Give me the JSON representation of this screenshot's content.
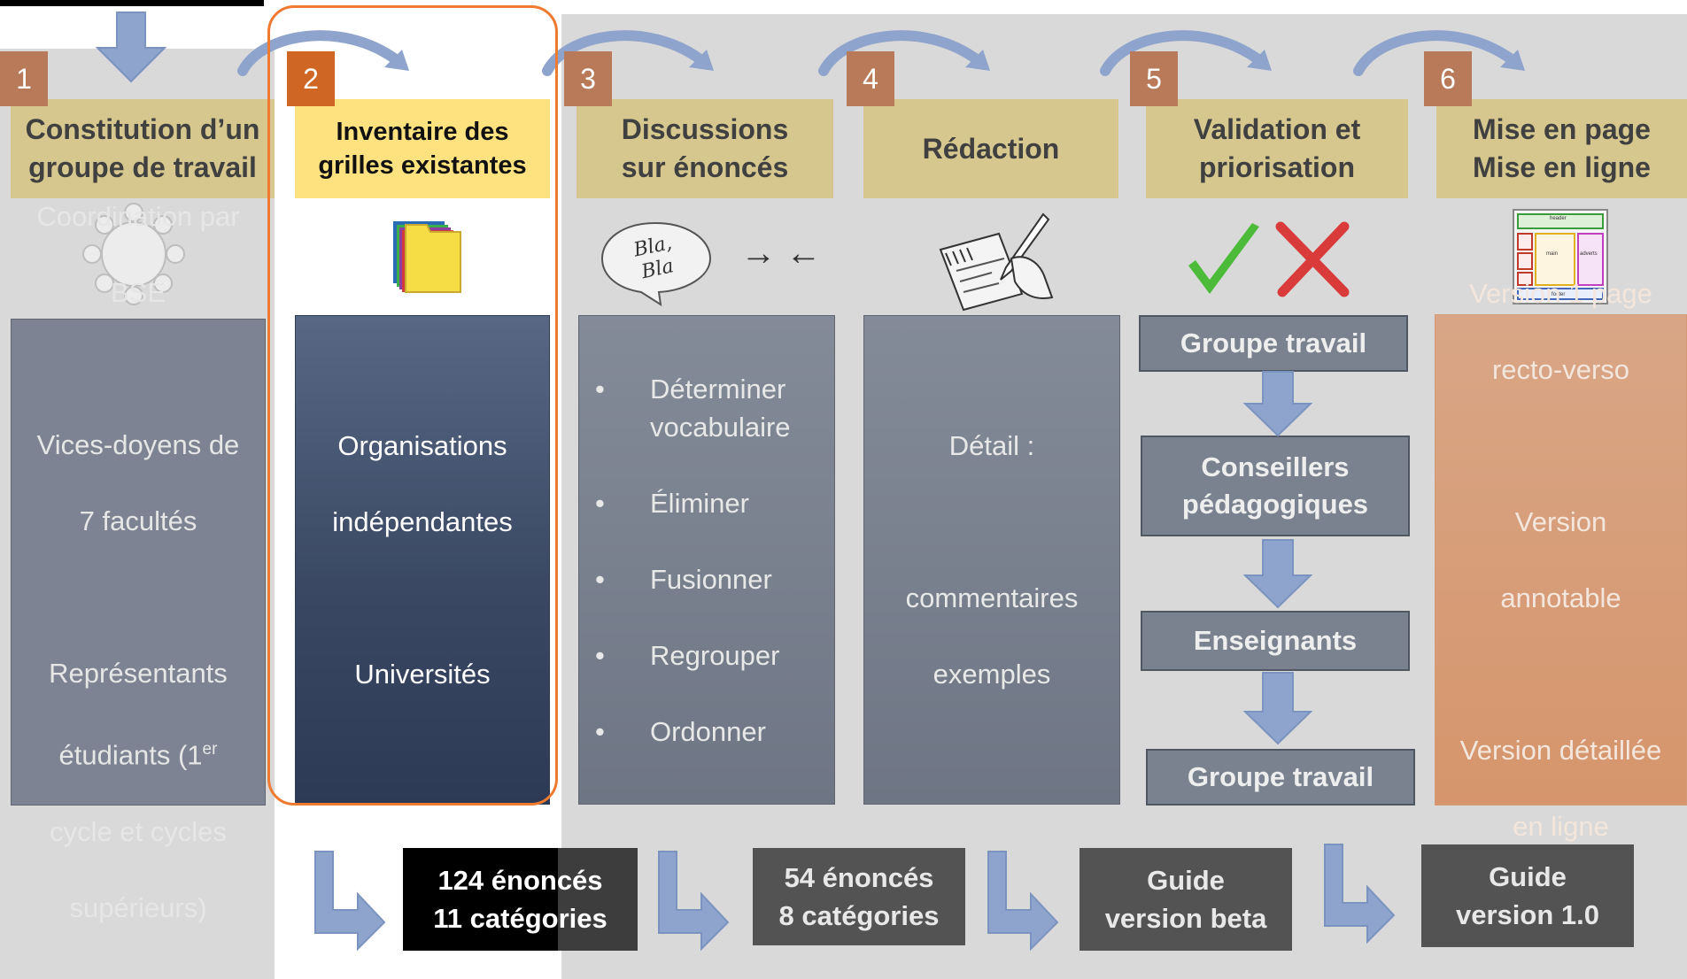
{
  "steps": [
    {
      "number": "1",
      "title": "Constitution d’un\ngroupe de travail"
    },
    {
      "number": "2",
      "title": "Inventaire des\ngrilles existantes"
    },
    {
      "number": "3",
      "title": "Discussions\nsur énoncés"
    },
    {
      "number": "4",
      "title": "Rédaction"
    },
    {
      "number": "5",
      "title": "Validation et\npriorisation"
    },
    {
      "number": "6",
      "title": "Mise en page\nMise en ligne"
    }
  ],
  "panel1": {
    "line1": "Coordination par",
    "line2": "BSE",
    "line3": "Vices-doyens de",
    "line4": "7 facultés",
    "line5": "Représentants",
    "line6_pre": "étudiants (1",
    "line6_sup": "er",
    "line7": "cycle et cycles",
    "line8": "supérieurs)"
  },
  "panel2": {
    "line1": "Organisations",
    "line2": "indépendantes",
    "line3": "Universités"
  },
  "panel3": {
    "bullets": [
      "Déterminer\nvocabulaire",
      "Éliminer",
      "Fusionner",
      "Regrouper",
      "Ordonner"
    ]
  },
  "panel4": {
    "line1": "Détail :",
    "line2": "commentaires",
    "line3": "exemples"
  },
  "panel6": {
    "line1": "Version 1 page",
    "line2": "recto-verso",
    "line3": "Version",
    "line4": "annotable",
    "line5": "Version détaillée",
    "line6": "en ligne"
  },
  "validation_flow": [
    "Groupe travail",
    "Conseillers\npédagogiques",
    "Enseignants",
    "Groupe travail"
  ],
  "speech_bubble": "Bla,\nBla",
  "arrows_glyph": "→ ←",
  "mockup": {
    "header": "header",
    "main": "main",
    "side": "adverts",
    "footer": "footer"
  },
  "results": [
    {
      "text": "124 énoncés\n11 catégories"
    },
    {
      "text": "54 énoncés\n8 catégories"
    },
    {
      "text": "Guide\nversion beta"
    },
    {
      "text": "Guide\nversion 1.0"
    }
  ],
  "colors": {
    "background_band": "#d9d9d9",
    "title_box": "#d6c78e",
    "title_box_highlight": "#fde27f",
    "number_box": "#b87a59",
    "number_box_highlight": "#cf6623",
    "panel_gray": "#7d8392",
    "panel_dark": "#3c4a66",
    "panel_orange": "#d49a76",
    "highlight_outline": "#ee7b30",
    "arrow_blue": "#8ea4cc",
    "result_black": "#000000",
    "result_dark": "#535353",
    "check_green": "#4cbb3a",
    "cross_red": "#d93a3a"
  },
  "icons": [
    "round-table-icon",
    "folders-icon",
    "speech-bubble-icon",
    "notepad-writing-icon",
    "checkmark-icon",
    "cross-icon",
    "webpage-layout-icon"
  ]
}
